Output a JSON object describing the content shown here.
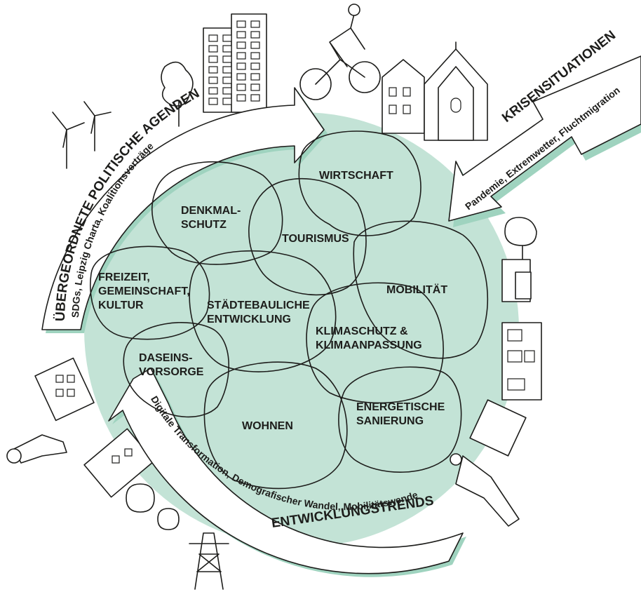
{
  "fields": [
    {
      "id": "wirtschaft",
      "lines": [
        "WIRTSCHAFT"
      ],
      "color": "#8fcab2"
    },
    {
      "id": "denkmalschutz",
      "lines": [
        "DENKMAL-",
        "SCHUTZ"
      ],
      "color": "#3fae86"
    },
    {
      "id": "tourismus",
      "lines": [
        "TOURISMUS"
      ],
      "color": "#9fd0bd"
    },
    {
      "id": "mobilitaet",
      "lines": [
        "MOBILITÄT"
      ],
      "color": "#3cb08a"
    },
    {
      "id": "freizeit",
      "lines": [
        "FREIZEIT,",
        "GEMEINSCHAFT,",
        "KULTUR"
      ],
      "color": "#a6d5c3"
    },
    {
      "id": "staedtebau",
      "lines": [
        "STÄDTEBAULICHE",
        "ENTWICKLUNG"
      ],
      "color": "#a9d6c5"
    },
    {
      "id": "klimaschutz",
      "lines": [
        "KLIMASCHUTZ &",
        "KLIMAANPASSUNG"
      ],
      "color": "#35a97f"
    },
    {
      "id": "daseinsvorsorge",
      "lines": [
        "DASEINS-",
        "VORSORGE"
      ],
      "color": "#3aa983"
    },
    {
      "id": "wohnen",
      "lines": [
        "WOHNEN"
      ],
      "color": "#9fd0bd"
    },
    {
      "id": "energetisch",
      "lines": [
        "ENERGETISCHE",
        "SANIERUNG"
      ],
      "color": "#a2d3c0"
    }
  ],
  "influences": {
    "politische_agenden": {
      "title": "ÜBERGEORDNETE POLITISCHE AGENDEN",
      "subtitle": "SDGs, Leipzig Charta, Koalitionsverträge"
    },
    "krisensituationen": {
      "title": "KRISENSITUATIONEN",
      "subtitle": "Pandemie, Extremwetter, Fluchtmigration"
    },
    "entwicklungstrends": {
      "title": "ENTWICKLUNGSTRENDS",
      "subtitle": "Digitale Transformation, Demografischer Wandel, Mobilitätswende"
    }
  },
  "colors": {
    "globe": "#c3e3d6",
    "arrow_shadow": "#9fd3bf",
    "ink": "#1d1d1b"
  },
  "icons": [
    "wind-turbine-icon",
    "tree-icon",
    "apartment-block-icon",
    "cyclist-icon",
    "townhouse-icon",
    "church-icon",
    "person-icon",
    "power-pylon-icon"
  ]
}
